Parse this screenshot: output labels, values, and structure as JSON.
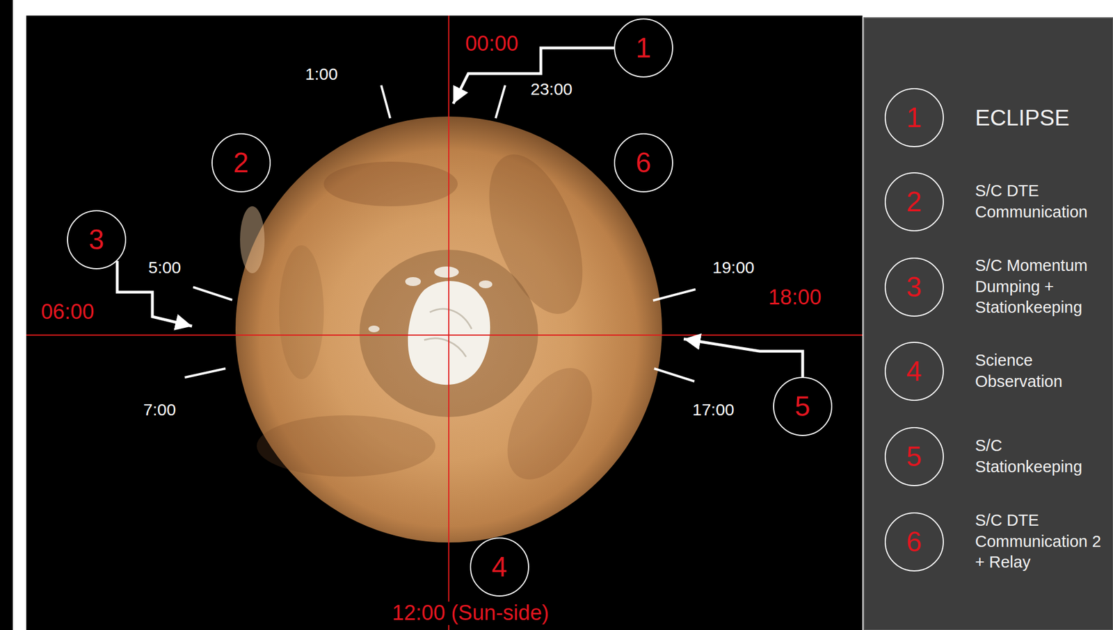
{
  "diagram": {
    "nodes": [
      {
        "text": [
          "1"
        ]
      },
      {
        "text": [
          "2"
        ]
      },
      {
        "text": [
          "6"
        ]
      },
      {
        "text": [
          "3"
        ]
      },
      {
        "text": [
          "5"
        ]
      },
      {
        "text": [
          "4"
        ]
      }
    ],
    "labels": [
      "00:00",
      "1:00",
      "23:00",
      "5:00",
      "06:00",
      "19:00",
      "18:00",
      "7:00",
      "17:00",
      "12:00 (Sun-side)",
      "1",
      "2",
      "3",
      "4",
      "5",
      "6"
    ],
    "legend": [
      {
        "text": "ECLIPSE"
      },
      {
        "text": "S/C DTE Communication"
      },
      {
        "text": "S/C Momentum Dumping + Stationkeeping"
      },
      {
        "text": "Science Observation"
      },
      {
        "text": "S/C Stationkeeping"
      },
      {
        "text": "S/C DTE Communication 2 + Relay"
      }
    ]
  }
}
